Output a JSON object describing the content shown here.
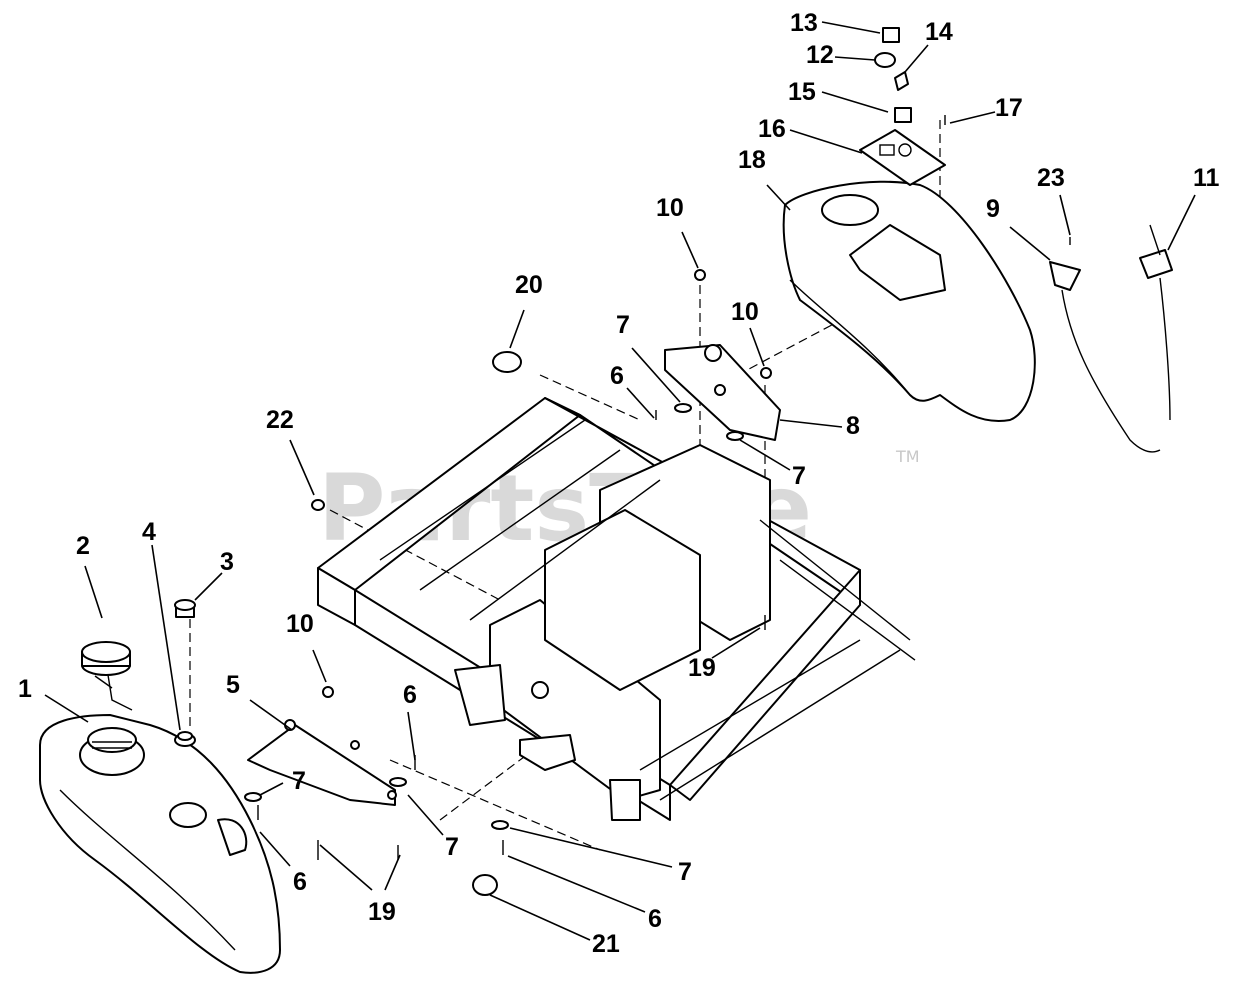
{
  "watermark": {
    "brand": "PartsTree",
    "trademark": "TM"
  },
  "callouts": {
    "c1": "1",
    "c2": "2",
    "c3": "3",
    "c4": "4",
    "c5": "5",
    "c6a": "6",
    "c6b": "6",
    "c6c": "6",
    "c6d": "6",
    "c7a": "7",
    "c7b": "7",
    "c7c": "7",
    "c7d": "7",
    "c7e": "7",
    "c8": "8",
    "c9": "9",
    "c10a": "10",
    "c10b": "10",
    "c10c": "10",
    "c11": "11",
    "c12": "12",
    "c13": "13",
    "c14": "14",
    "c15": "15",
    "c16": "16",
    "c17": "17",
    "c18": "18",
    "c19a": "19",
    "c19b": "19",
    "c20": "20",
    "c21": "21",
    "c22": "22",
    "c23": "23"
  }
}
